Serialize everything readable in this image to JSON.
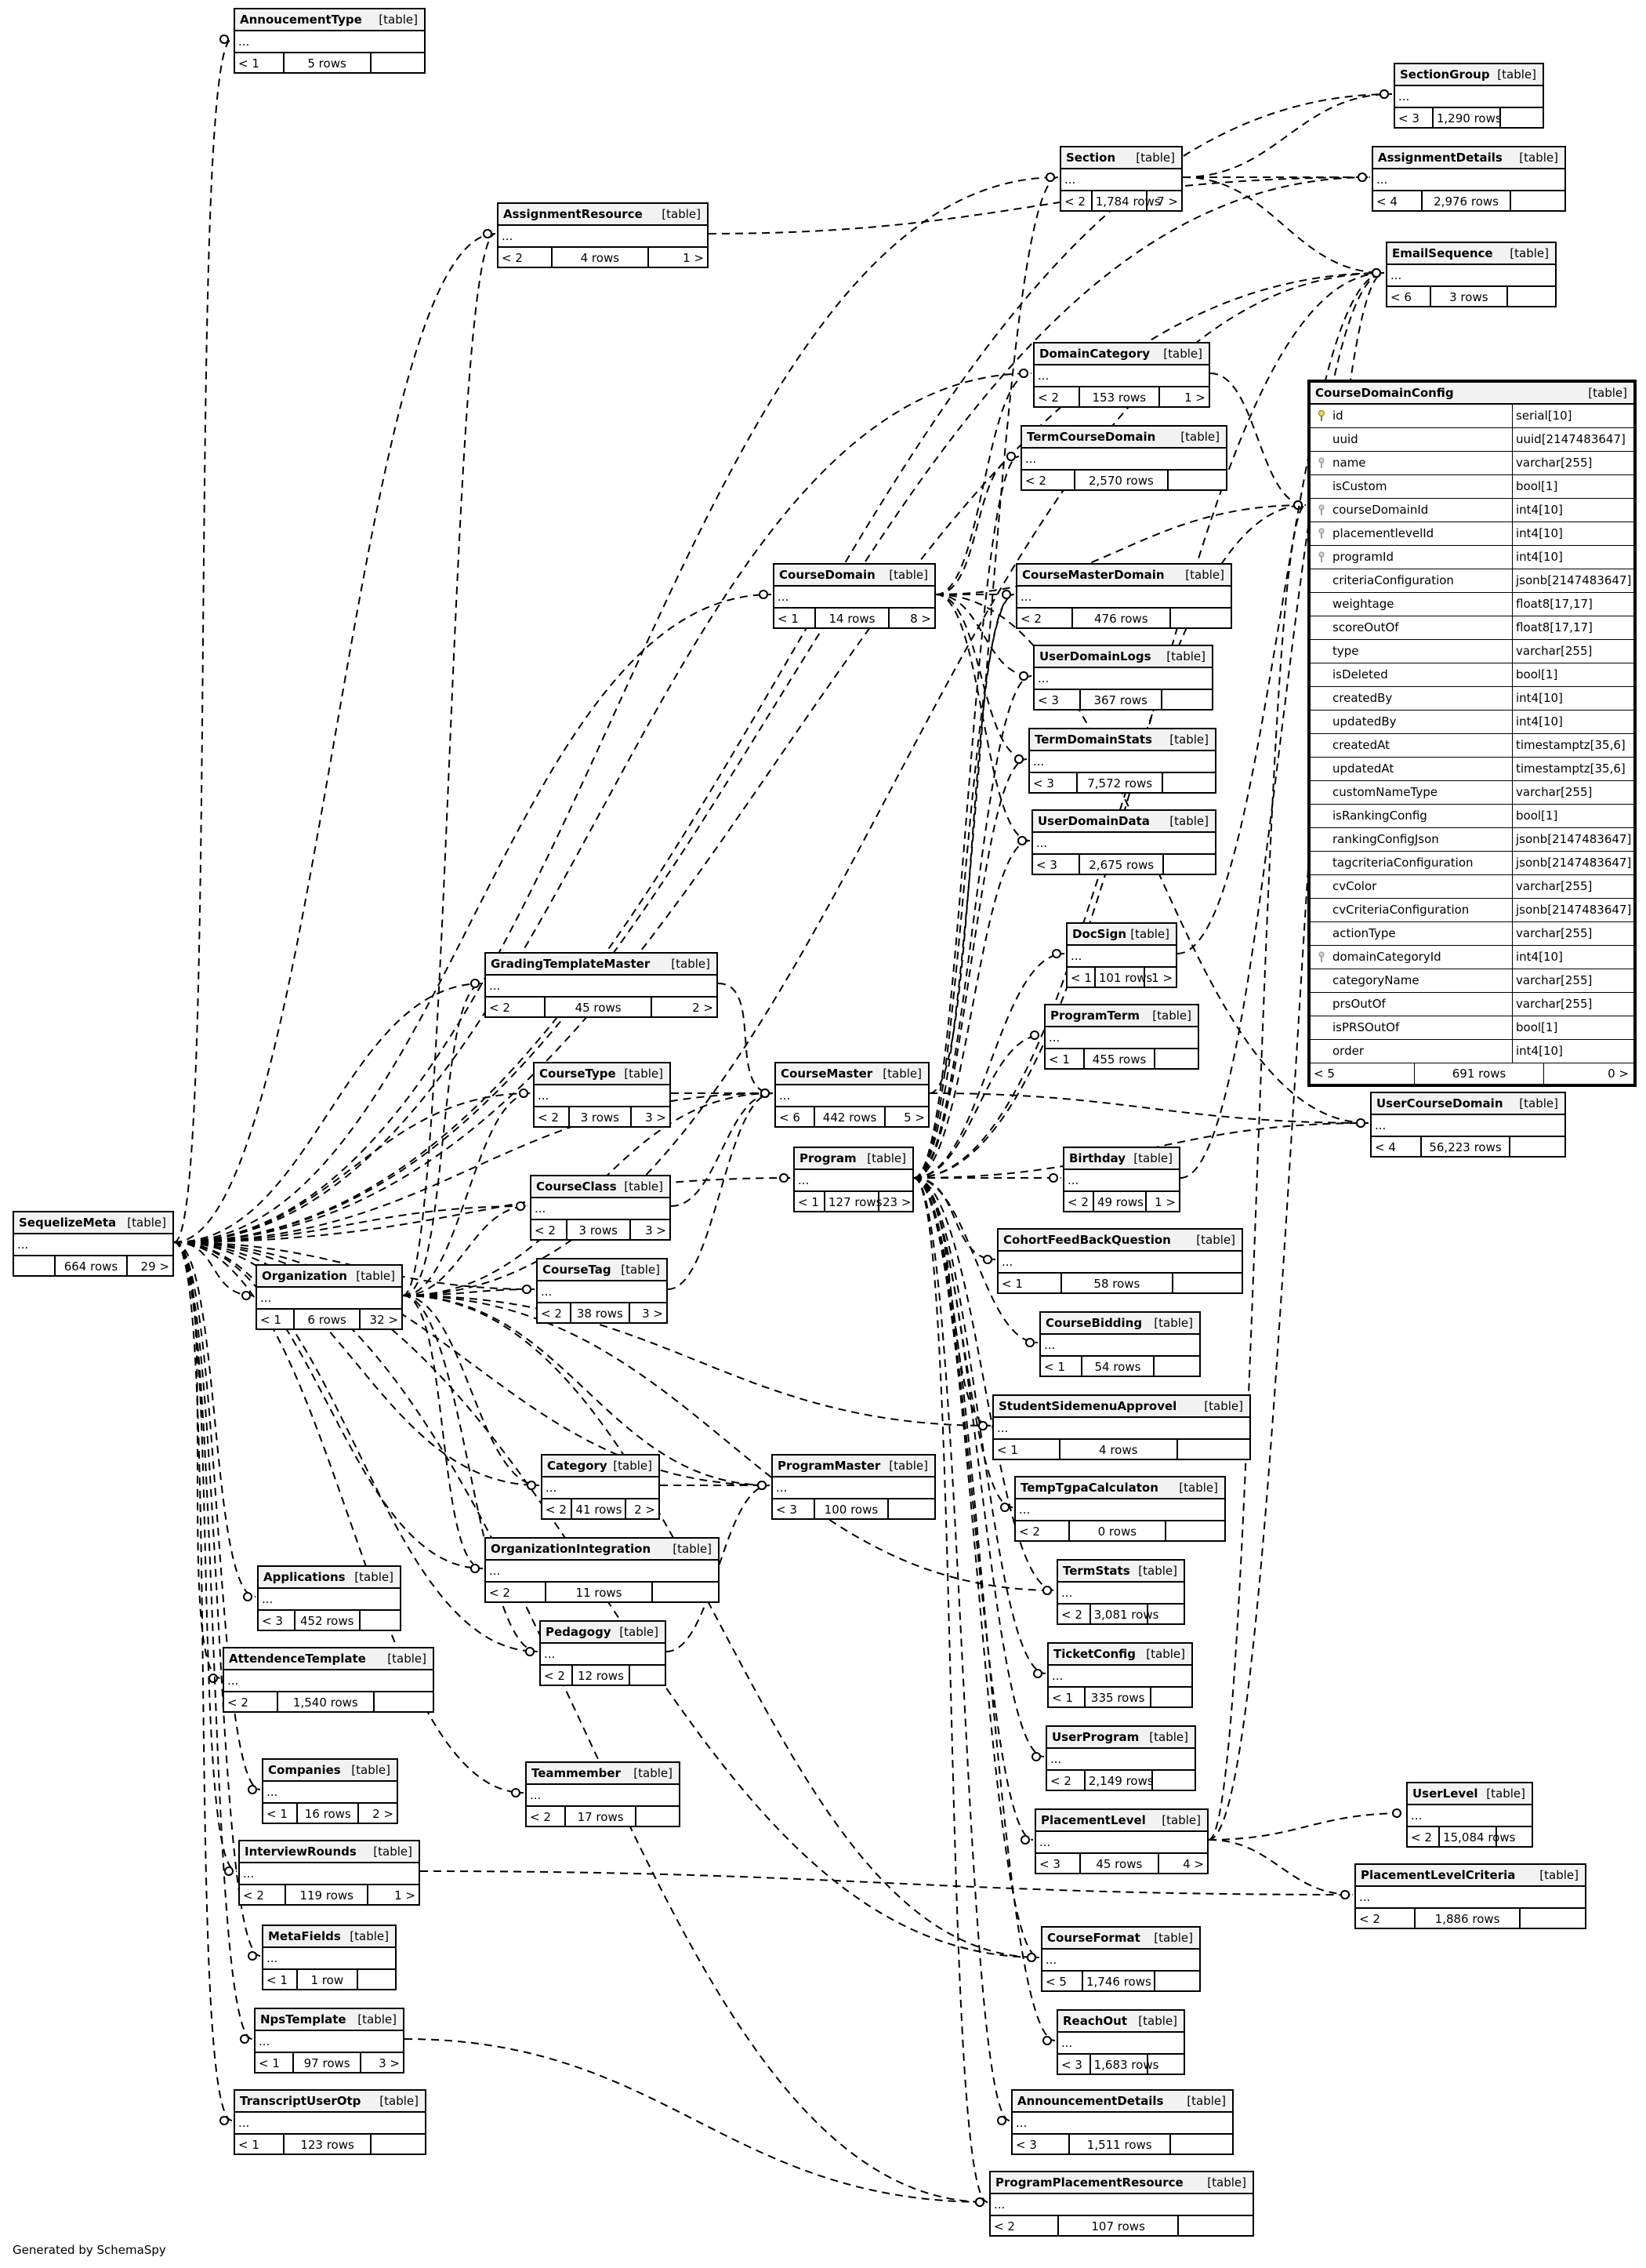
{
  "footer_text": "Generated by SchemaSpy",
  "tag": "[table]",
  "tables": [
    {
      "id": "AnnoucementType",
      "name": "AnnoucementType",
      "parents": "< 1",
      "rows": "5 rows",
      "children": ""
    },
    {
      "id": "SectionGroup",
      "name": "SectionGroup",
      "parents": "< 3",
      "rows": "1,290 rows",
      "children": ""
    },
    {
      "id": "Section",
      "name": "Section",
      "parents": "< 2",
      "rows": "1,784 rows",
      "children": "7 >"
    },
    {
      "id": "AssignmentDetails",
      "name": "AssignmentDetails",
      "parents": "< 4",
      "rows": "2,976 rows",
      "children": ""
    },
    {
      "id": "AssignmentResource",
      "name": "AssignmentResource",
      "parents": "< 2",
      "rows": "4 rows",
      "children": "1 >"
    },
    {
      "id": "EmailSequence",
      "name": "EmailSequence",
      "parents": "< 6",
      "rows": "3 rows",
      "children": ""
    },
    {
      "id": "DomainCategory",
      "name": "DomainCategory",
      "parents": "< 2",
      "rows": "153 rows",
      "children": "1 >"
    },
    {
      "id": "TermCourseDomain",
      "name": "TermCourseDomain",
      "parents": "< 2",
      "rows": "2,570 rows",
      "children": ""
    },
    {
      "id": "CourseDomain",
      "name": "CourseDomain",
      "parents": "< 1",
      "rows": "14 rows",
      "children": "8 >"
    },
    {
      "id": "CourseMasterDomain",
      "name": "CourseMasterDomain",
      "parents": "< 2",
      "rows": "476 rows",
      "children": ""
    },
    {
      "id": "UserDomainLogs",
      "name": "UserDomainLogs",
      "parents": "< 3",
      "rows": "367 rows",
      "children": ""
    },
    {
      "id": "TermDomainStats",
      "name": "TermDomainStats",
      "parents": "< 3",
      "rows": "7,572 rows",
      "children": ""
    },
    {
      "id": "UserDomainData",
      "name": "UserDomainData",
      "parents": "< 3",
      "rows": "2,675 rows",
      "children": ""
    },
    {
      "id": "DocSign",
      "name": "DocSign",
      "parents": "< 1",
      "rows": "101 rows",
      "children": "1 >"
    },
    {
      "id": "ProgramTerm",
      "name": "ProgramTerm",
      "parents": "< 1",
      "rows": "455 rows",
      "children": ""
    },
    {
      "id": "GradingTemplateMaster",
      "name": "GradingTemplateMaster",
      "parents": "< 2",
      "rows": "45 rows",
      "children": "2 >"
    },
    {
      "id": "CourseType",
      "name": "CourseType",
      "parents": "< 2",
      "rows": "3 rows",
      "children": "3 >"
    },
    {
      "id": "CourseMaster",
      "name": "CourseMaster",
      "parents": "< 6",
      "rows": "442 rows",
      "children": "5 >"
    },
    {
      "id": "UserCourseDomain",
      "name": "UserCourseDomain",
      "parents": "< 4",
      "rows": "56,223 rows",
      "children": ""
    },
    {
      "id": "Program",
      "name": "Program",
      "parents": "< 1",
      "rows": "127 rows",
      "children": "23 >"
    },
    {
      "id": "Birthday",
      "name": "Birthday",
      "parents": "< 2",
      "rows": "49 rows",
      "children": "1 >"
    },
    {
      "id": "CourseClass",
      "name": "CourseClass",
      "parents": "< 2",
      "rows": "3 rows",
      "children": "3 >"
    },
    {
      "id": "SequelizeMeta",
      "name": "SequelizeMeta",
      "parents": "",
      "rows": "664 rows",
      "children": "29 >"
    },
    {
      "id": "CohortFeedBackQuestion",
      "name": "CohortFeedBackQuestion",
      "parents": "< 1",
      "rows": "58 rows",
      "children": ""
    },
    {
      "id": "Organization",
      "name": "Organization",
      "parents": "< 1",
      "rows": "6 rows",
      "children": "32 >"
    },
    {
      "id": "CourseTag",
      "name": "CourseTag",
      "parents": "< 2",
      "rows": "38 rows",
      "children": "3 >"
    },
    {
      "id": "CourseBidding",
      "name": "CourseBidding",
      "parents": "< 1",
      "rows": "54 rows",
      "children": ""
    },
    {
      "id": "StudentSidemenuApprovel",
      "name": "StudentSidemenuApprovel",
      "parents": "< 1",
      "rows": "4 rows",
      "children": ""
    },
    {
      "id": "Category",
      "name": "Category",
      "parents": "< 2",
      "rows": "41 rows",
      "children": "2 >"
    },
    {
      "id": "ProgramMaster",
      "name": "ProgramMaster",
      "parents": "< 3",
      "rows": "100 rows",
      "children": ""
    },
    {
      "id": "TempTgpaCalculaton",
      "name": "TempTgpaCalculaton",
      "parents": "< 2",
      "rows": "0 rows",
      "children": ""
    },
    {
      "id": "OrganizationIntegration",
      "name": "OrganizationIntegration",
      "parents": "< 2",
      "rows": "11 rows",
      "children": ""
    },
    {
      "id": "Applications",
      "name": "Applications",
      "parents": "< 3",
      "rows": "452 rows",
      "children": ""
    },
    {
      "id": "TermStats",
      "name": "TermStats",
      "parents": "< 2",
      "rows": "3,081 rows",
      "children": ""
    },
    {
      "id": "Pedagogy",
      "name": "Pedagogy",
      "parents": "< 2",
      "rows": "12 rows",
      "children": ""
    },
    {
      "id": "AttendenceTemplate",
      "name": "AttendenceTemplate",
      "parents": "< 2",
      "rows": "1,540 rows",
      "children": ""
    },
    {
      "id": "TicketConfig",
      "name": "TicketConfig",
      "parents": "< 1",
      "rows": "335 rows",
      "children": ""
    },
    {
      "id": "UserProgram",
      "name": "UserProgram",
      "parents": "< 2",
      "rows": "2,149 rows",
      "children": ""
    },
    {
      "id": "Companies",
      "name": "Companies",
      "parents": "< 1",
      "rows": "16 rows",
      "children": "2 >"
    },
    {
      "id": "Teammember",
      "name": "Teammember",
      "parents": "< 2",
      "rows": "17 rows",
      "children": ""
    },
    {
      "id": "UserLevel",
      "name": "UserLevel",
      "parents": "< 2",
      "rows": "15,084 rows",
      "children": ""
    },
    {
      "id": "PlacementLevel",
      "name": "PlacementLevel",
      "parents": "< 3",
      "rows": "45 rows",
      "children": "4 >"
    },
    {
      "id": "InterviewRounds",
      "name": "InterviewRounds",
      "parents": "< 2",
      "rows": "119 rows",
      "children": "1 >"
    },
    {
      "id": "PlacementLevelCriteria",
      "name": "PlacementLevelCriteria",
      "parents": "< 2",
      "rows": "1,886 rows",
      "children": ""
    },
    {
      "id": "MetaFields",
      "name": "MetaFields",
      "parents": "< 1",
      "rows": "1 row",
      "children": ""
    },
    {
      "id": "CourseFormat",
      "name": "CourseFormat",
      "parents": "< 5",
      "rows": "1,746 rows",
      "children": ""
    },
    {
      "id": "NpsTemplate",
      "name": "NpsTemplate",
      "parents": "< 1",
      "rows": "97 rows",
      "children": "3 >"
    },
    {
      "id": "ReachOut",
      "name": "ReachOut",
      "parents": "< 3",
      "rows": "1,683 rows",
      "children": ""
    },
    {
      "id": "TranscriptUserOtp",
      "name": "TranscriptUserOtp",
      "parents": "< 1",
      "rows": "123 rows",
      "children": ""
    },
    {
      "id": "AnnouncementDetails",
      "name": "AnnouncementDetails",
      "parents": "< 3",
      "rows": "1,511 rows",
      "children": ""
    },
    {
      "id": "ProgramPlacementResource",
      "name": "ProgramPlacementResource",
      "parents": "< 2",
      "rows": "107 rows",
      "children": ""
    }
  ],
  "focus_table": {
    "name": "CourseDomainConfig",
    "parents": "< 5",
    "rows": "691 rows",
    "children": "0 >",
    "columns": [
      {
        "name": "id",
        "type": "serial[10]",
        "key": "primary"
      },
      {
        "name": "uuid",
        "type": "uuid[2147483647]",
        "key": ""
      },
      {
        "name": "name",
        "type": "varchar[255]",
        "key": "index"
      },
      {
        "name": "isCustom",
        "type": "bool[1]",
        "key": ""
      },
      {
        "name": "courseDomainId",
        "type": "int4[10]",
        "key": "foreign"
      },
      {
        "name": "placementlevelId",
        "type": "int4[10]",
        "key": "foreign"
      },
      {
        "name": "programId",
        "type": "int4[10]",
        "key": "foreign"
      },
      {
        "name": "criteriaConfiguration",
        "type": "jsonb[2147483647]",
        "key": ""
      },
      {
        "name": "weightage",
        "type": "float8[17,17]",
        "key": ""
      },
      {
        "name": "scoreOutOf",
        "type": "float8[17,17]",
        "key": ""
      },
      {
        "name": "type",
        "type": "varchar[255]",
        "key": ""
      },
      {
        "name": "isDeleted",
        "type": "bool[1]",
        "key": ""
      },
      {
        "name": "createdBy",
        "type": "int4[10]",
        "key": ""
      },
      {
        "name": "updatedBy",
        "type": "int4[10]",
        "key": ""
      },
      {
        "name": "createdAt",
        "type": "timestamptz[35,6]",
        "key": ""
      },
      {
        "name": "updatedAt",
        "type": "timestamptz[35,6]",
        "key": ""
      },
      {
        "name": "customNameType",
        "type": "varchar[255]",
        "key": ""
      },
      {
        "name": "isRankingConfig",
        "type": "bool[1]",
        "key": ""
      },
      {
        "name": "rankingConfigJson",
        "type": "jsonb[2147483647]",
        "key": ""
      },
      {
        "name": "tagcriteriaConfiguration",
        "type": "jsonb[2147483647]",
        "key": ""
      },
      {
        "name": "cvColor",
        "type": "varchar[255]",
        "key": ""
      },
      {
        "name": "cvCriteriaConfiguration",
        "type": "jsonb[2147483647]",
        "key": ""
      },
      {
        "name": "actionType",
        "type": "varchar[255]",
        "key": ""
      },
      {
        "name": "domainCategoryId",
        "type": "int4[10]",
        "key": "foreign"
      },
      {
        "name": "categoryName",
        "type": "varchar[255]",
        "key": ""
      },
      {
        "name": "prsOutOf",
        "type": "varchar[255]",
        "key": ""
      },
      {
        "name": "isPRSOutOf",
        "type": "bool[1]",
        "key": ""
      },
      {
        "name": "order",
        "type": "int4[10]",
        "key": ""
      }
    ]
  },
  "edges": [
    [
      "SequelizeMeta",
      "AnnoucementType"
    ],
    [
      "SequelizeMeta",
      "SectionGroup"
    ],
    [
      "SequelizeMeta",
      "AssignmentDetails"
    ],
    [
      "SequelizeMeta",
      "Section"
    ],
    [
      "SequelizeMeta",
      "AssignmentResource"
    ],
    [
      "SequelizeMeta",
      "EmailSequence"
    ],
    [
      "SequelizeMeta",
      "DomainCategory"
    ],
    [
      "SequelizeMeta",
      "CourseDomain"
    ],
    [
      "SequelizeMeta",
      "GradingTemplateMaster"
    ],
    [
      "SequelizeMeta",
      "CourseType"
    ],
    [
      "SequelizeMeta",
      "CourseMaster"
    ],
    [
      "SequelizeMeta",
      "Program"
    ],
    [
      "SequelizeMeta",
      "CourseClass"
    ],
    [
      "SequelizeMeta",
      "CourseTag"
    ],
    [
      "SequelizeMeta",
      "Organization"
    ],
    [
      "SequelizeMeta",
      "Category"
    ],
    [
      "SequelizeMeta",
      "ProgramMaster"
    ],
    [
      "SequelizeMeta",
      "OrganizationIntegration"
    ],
    [
      "SequelizeMeta",
      "Applications"
    ],
    [
      "SequelizeMeta",
      "Pedagogy"
    ],
    [
      "SequelizeMeta",
      "AttendenceTemplate"
    ],
    [
      "SequelizeMeta",
      "Companies"
    ],
    [
      "SequelizeMeta",
      "Teammember"
    ],
    [
      "SequelizeMeta",
      "InterviewRounds"
    ],
    [
      "SequelizeMeta",
      "MetaFields"
    ],
    [
      "SequelizeMeta",
      "NpsTemplate"
    ],
    [
      "SequelizeMeta",
      "TranscriptUserOtp"
    ],
    [
      "SequelizeMeta",
      "CourseFormat"
    ],
    [
      "SequelizeMeta",
      "ProgramPlacementResource"
    ],
    [
      "Section",
      "SectionGroup"
    ],
    [
      "Section",
      "AssignmentDetails"
    ],
    [
      "Section",
      "EmailSequence"
    ],
    [
      "AssignmentResource",
      "AssignmentDetails"
    ],
    [
      "DomainCategory",
      "CourseDomainConfig"
    ],
    [
      "CourseDomain",
      "CourseMasterDomain"
    ],
    [
      "CourseDomain",
      "UserDomainLogs"
    ],
    [
      "CourseDomain",
      "TermDomainStats"
    ],
    [
      "CourseDomain",
      "UserDomainData"
    ],
    [
      "CourseDomain",
      "TermCourseDomain"
    ],
    [
      "CourseDomain",
      "DomainCategory"
    ],
    [
      "CourseDomain",
      "CourseDomainConfig"
    ],
    [
      "CourseDomain",
      "UserCourseDomain"
    ],
    [
      "Program",
      "Section"
    ],
    [
      "Program",
      "EmailSequence"
    ],
    [
      "Program",
      "DocSign"
    ],
    [
      "Program",
      "ProgramTerm"
    ],
    [
      "Program",
      "Birthday"
    ],
    [
      "Program",
      "CohortFeedBackQuestion"
    ],
    [
      "Program",
      "CourseBidding"
    ],
    [
      "Program",
      "StudentSidemenuApprovel"
    ],
    [
      "Program",
      "TempTgpaCalculaton"
    ],
    [
      "Program",
      "TermStats"
    ],
    [
      "Program",
      "TicketConfig"
    ],
    [
      "Program",
      "UserProgram"
    ],
    [
      "Program",
      "PlacementLevel"
    ],
    [
      "Program",
      "CourseFormat"
    ],
    [
      "Program",
      "ReachOut"
    ],
    [
      "Program",
      "AnnouncementDetails"
    ],
    [
      "Program",
      "ProgramPlacementResource"
    ],
    [
      "Program",
      "CourseDomainConfig"
    ],
    [
      "Program",
      "UserCourseDomain"
    ],
    [
      "Program",
      "TermCourseDomain"
    ],
    [
      "Program",
      "UserDomainLogs"
    ],
    [
      "Program",
      "TermDomainStats"
    ],
    [
      "Program",
      "UserDomainData"
    ],
    [
      "Program",
      "CourseMasterDomain"
    ],
    [
      "Organization",
      "CourseType"
    ],
    [
      "Organization",
      "CourseClass"
    ],
    [
      "Organization",
      "CourseTag"
    ],
    [
      "Organization",
      "Category"
    ],
    [
      "Organization",
      "OrganizationIntegration"
    ],
    [
      "Organization",
      "Pedagogy"
    ],
    [
      "Organization",
      "GradingTemplateMaster"
    ],
    [
      "Organization",
      "AssignmentResource"
    ],
    [
      "Organization",
      "EmailSequence"
    ],
    [
      "Organization",
      "CourseMaster"
    ],
    [
      "Organization",
      "ProgramMaster"
    ],
    [
      "Organization",
      "CourseFormat"
    ],
    [
      "Organization",
      "StudentSidemenuApprovel"
    ],
    [
      "Organization",
      "TermStats"
    ],
    [
      "CourseType",
      "CourseMaster"
    ],
    [
      "CourseClass",
      "CourseMaster"
    ],
    [
      "CourseTag",
      "CourseMaster"
    ],
    [
      "GradingTemplateMaster",
      "CourseMaster"
    ],
    [
      "Category",
      "ProgramMaster"
    ],
    [
      "Pedagogy",
      "ProgramMaster"
    ],
    [
      "CourseMaster",
      "CourseMasterDomain"
    ],
    [
      "CourseMaster",
      "UserCourseDomain"
    ],
    [
      "PlacementLevel",
      "UserLevel"
    ],
    [
      "PlacementLevel",
      "PlacementLevelCriteria"
    ],
    [
      "PlacementLevel",
      "CourseDomainConfig"
    ],
    [
      "PlacementLevel",
      "EmailSequence"
    ],
    [
      "InterviewRounds",
      "PlacementLevelCriteria"
    ],
    [
      "DocSign",
      "EmailSequence"
    ],
    [
      "Birthday",
      "EmailSequence"
    ],
    [
      "NpsTemplate",
      "ProgramPlacementResource"
    ]
  ]
}
